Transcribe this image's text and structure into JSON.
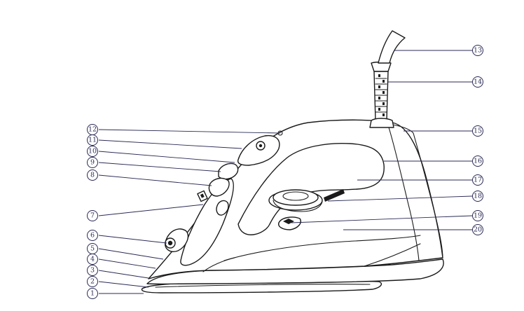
{
  "diagram": {
    "colors": {
      "line": "#1a1a1a",
      "callout": "#2a2a55",
      "background": "#ffffff"
    },
    "callouts": [
      "1",
      "2",
      "3",
      "4",
      "5",
      "6",
      "7",
      "8",
      "9",
      "10",
      "11",
      "12",
      "13",
      "14",
      "15",
      "16",
      "17",
      "18",
      "19",
      "20"
    ]
  }
}
